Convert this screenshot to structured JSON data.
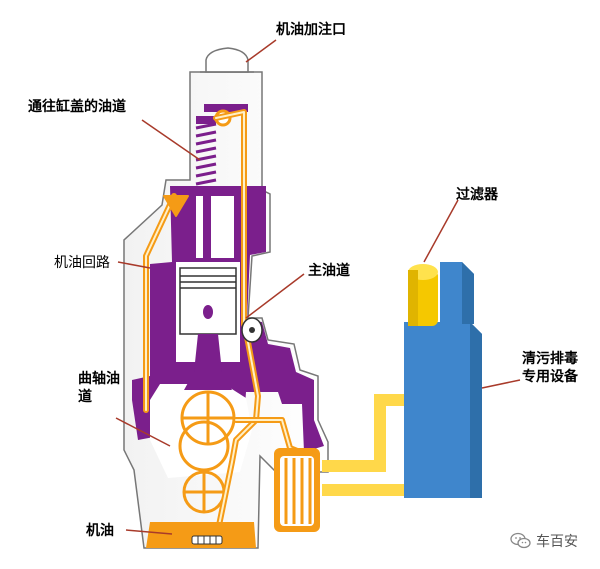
{
  "labels": {
    "oil_filler": "机油加注口",
    "cylinder_head_passage": "通往缸盖的油道",
    "oil_circuit": "机油回路",
    "main_gallery": "主油道",
    "crankshaft_passage": "曲轴油道",
    "oil": "机油",
    "filter": "过滤器",
    "cleaning_device": "清污排毒专用设备"
  },
  "watermark": {
    "text": "车百安",
    "icon": "wechat-icon"
  },
  "colors": {
    "engine_body": "#7b1f8c",
    "oil_orange": "#f59b16",
    "oil_light": "#fff0c8",
    "pipe_yellow": "#ffd84a",
    "device_blue": "#3f86cc",
    "filter_yellow": "#f5c800",
    "casing_outline": "#777777"
  }
}
